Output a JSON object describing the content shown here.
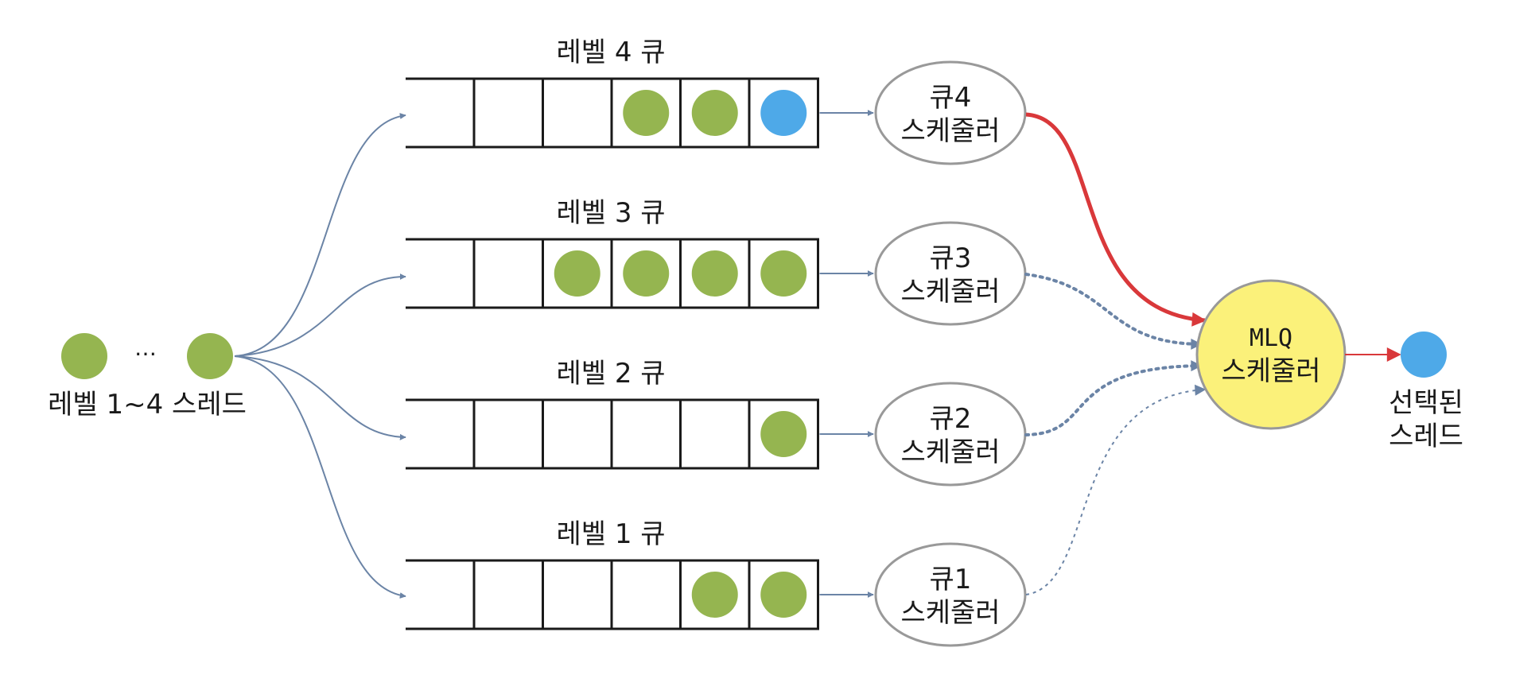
{
  "colors": {
    "thread_green": "#95b550",
    "thread_blue": "#4ea9e8",
    "arrow": "#6b84a6",
    "selected_arrow": "#d9383a",
    "mlq_fill": "#fbf17a",
    "ellipse_stroke": "#999999",
    "queue_stroke": "#1a1a1a"
  },
  "source": {
    "ellipsis": "…",
    "label": "레벨 1~4 스레드"
  },
  "queues": [
    {
      "id": "q4",
      "title": "레벨 4 큐",
      "slots": [
        "empty",
        "empty",
        "green",
        "green",
        "blue"
      ],
      "scheduler_line1": "큐4",
      "scheduler_line2": "스케줄러",
      "link_style": "selected"
    },
    {
      "id": "q3",
      "title": "레벨 3 큐",
      "slots": [
        "empty",
        "green",
        "green",
        "green",
        "green"
      ],
      "scheduler_line1": "큐3",
      "scheduler_line2": "스케줄러",
      "link_style": "dotted-bold"
    },
    {
      "id": "q2",
      "title": "레벨 2 큐",
      "slots": [
        "empty",
        "empty",
        "empty",
        "empty",
        "green"
      ],
      "scheduler_line1": "큐2",
      "scheduler_line2": "스케줄러",
      "link_style": "dotted-bold"
    },
    {
      "id": "q1",
      "title": "레벨 1 큐",
      "slots": [
        "empty",
        "empty",
        "empty",
        "green",
        "green"
      ],
      "scheduler_line1": "큐1",
      "scheduler_line2": "스케줄러",
      "link_style": "dotted-thin"
    }
  ],
  "mlq": {
    "line1": "MLQ",
    "line2": "스케줄러"
  },
  "output": {
    "line1": "선택된",
    "line2": "스레드"
  }
}
